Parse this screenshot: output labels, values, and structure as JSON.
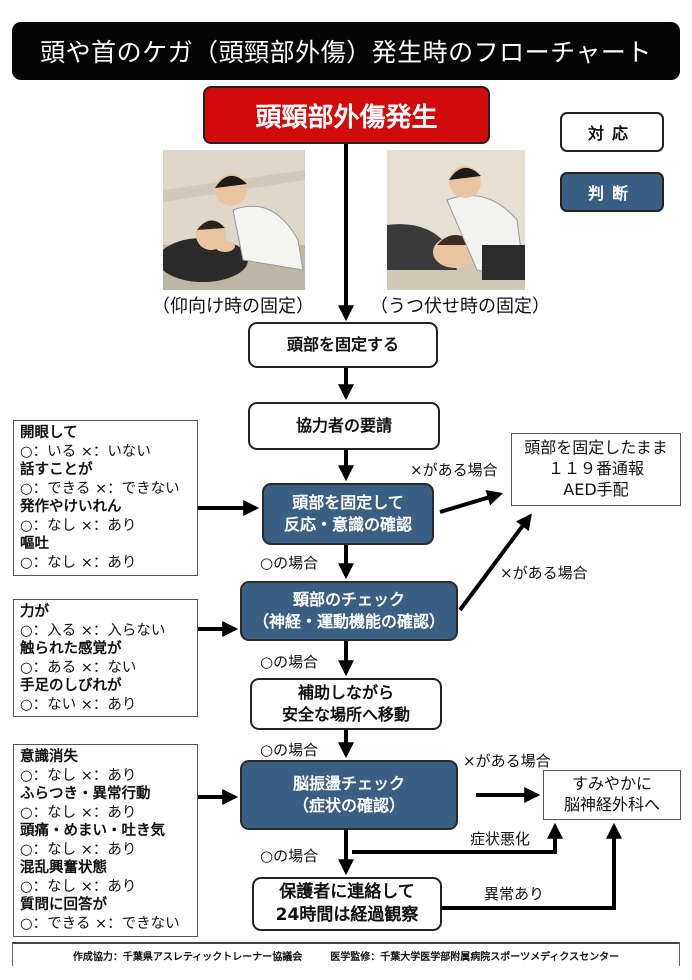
{
  "title": "頭や首のケガ（頭頸部外傷）発生時のフローチャート",
  "start": "頭頸部外傷発生",
  "legend": {
    "action": "対応",
    "judgement": "判断"
  },
  "illustrations": {
    "supine": {
      "caption": "（仰向け時の固定）",
      "icon": "supine-fixation-illustration"
    },
    "prone": {
      "caption": "（うつ伏せ時の固定）",
      "icon": "prone-fixation-illustration"
    }
  },
  "steps": {
    "fix_head": "頭部を固定する",
    "request_help": "協力者の要請",
    "check_response": [
      "頭部を固定して",
      "反応・意識の確認"
    ],
    "neck_check": [
      "頸部のチェック",
      "（神経・運動機能の確認）"
    ],
    "move": [
      "補助しながら",
      "安全な場所へ移動"
    ],
    "concussion_check": [
      "脳振盪チェック",
      "（症状の確認）"
    ],
    "observe": [
      "保護者に連絡して",
      "24時間は経過観察"
    ]
  },
  "outcomes": {
    "emergency": [
      "頭部を固定したまま",
      "１１９番通報",
      "AED手配"
    ],
    "neurosurgery": [
      "すみやかに",
      "脳神経外科へ"
    ]
  },
  "labels": {
    "x_case_1": "×がある場合",
    "x_case_2": "×がある場合",
    "x_case_3": "×がある場合",
    "ok_case_1": "○の場合",
    "ok_case_2": "○の場合",
    "ok_case_3": "○の場合",
    "ok_case_4": "○の場合",
    "worsening": "症状悪化",
    "abnormal": "異常あり"
  },
  "criteria": {
    "response": [
      {
        "q": "開眼して",
        "a": "○：いる ×：いない"
      },
      {
        "q": "話すことが",
        "a": "○：できる ×：できない"
      },
      {
        "q": "発作やけいれん",
        "a": "○：なし ×：あり"
      },
      {
        "q": "嘔吐",
        "a": "○：なし ×：あり"
      }
    ],
    "neck": [
      {
        "q": "力が",
        "a": "○：入る ×：入らない"
      },
      {
        "q": "触られた感覚が",
        "a": "○：ある ×：ない"
      },
      {
        "q": "手足のしびれが",
        "a": "○：ない ×：あり"
      }
    ],
    "concussion": [
      {
        "q": "意識消失",
        "a": "○：なし ×：あり"
      },
      {
        "q": "ふらつき・異常行動",
        "a": "○：なし ×：あり"
      },
      {
        "q": "頭痛・めまい・吐き気",
        "a": "○：なし ×：あり"
      },
      {
        "q": "混乱興奮状態",
        "a": "○：なし ×：あり"
      },
      {
        "q": "質問に回答が",
        "a": "○：できる ×：できない"
      }
    ]
  },
  "footer": {
    "cooperation": "作成協力：千葉県アスレティックトレーナー協議会",
    "supervision": "医学監修：千葉大学医学部附属病院スポーツメディクスセンター"
  },
  "colors": {
    "start": "#d10a0a",
    "judgement": "#3b5f82",
    "title_bg": "#050505"
  }
}
